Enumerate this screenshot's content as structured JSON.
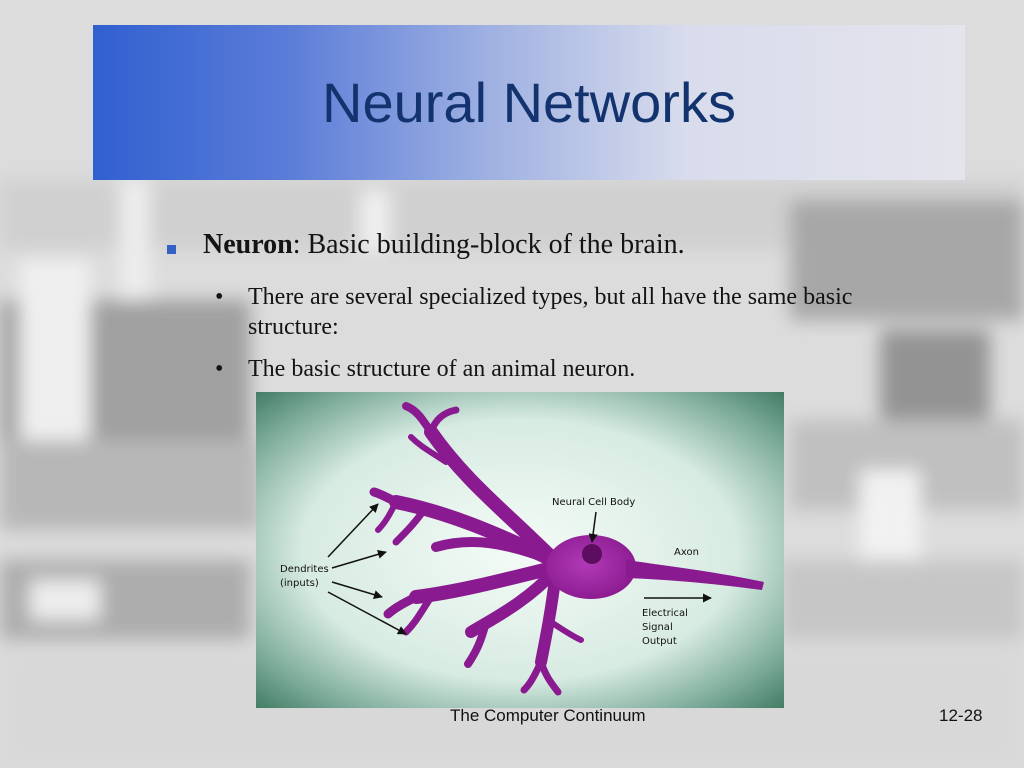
{
  "slide": {
    "title": "Neural Networks",
    "bullet_term": "Neuron",
    "bullet_rest": ": Basic building-block of the brain.",
    "sub_bullets": [
      "There are several specialized types, but all have the same basic structure:",
      "The basic structure of an animal neuron."
    ],
    "sub_bullet_symbol": "•"
  },
  "figure": {
    "labels": {
      "cell_body": "Neural Cell Body",
      "axon": "Axon",
      "dendrites_line1": "Dendrites",
      "dendrites_line2": "(inputs)",
      "signal_line1": "Electrical",
      "signal_line2": "Signal",
      "signal_line3": "Output"
    },
    "neuron_color": "#8a1a8f",
    "frame_color": "#2e6b52"
  },
  "footer": {
    "center": "The Computer Continuum",
    "page": "12-28"
  },
  "colors": {
    "title_text": "#13336f",
    "title_gradient_start": "#3060d0",
    "bullet_square": "#3560c4"
  }
}
